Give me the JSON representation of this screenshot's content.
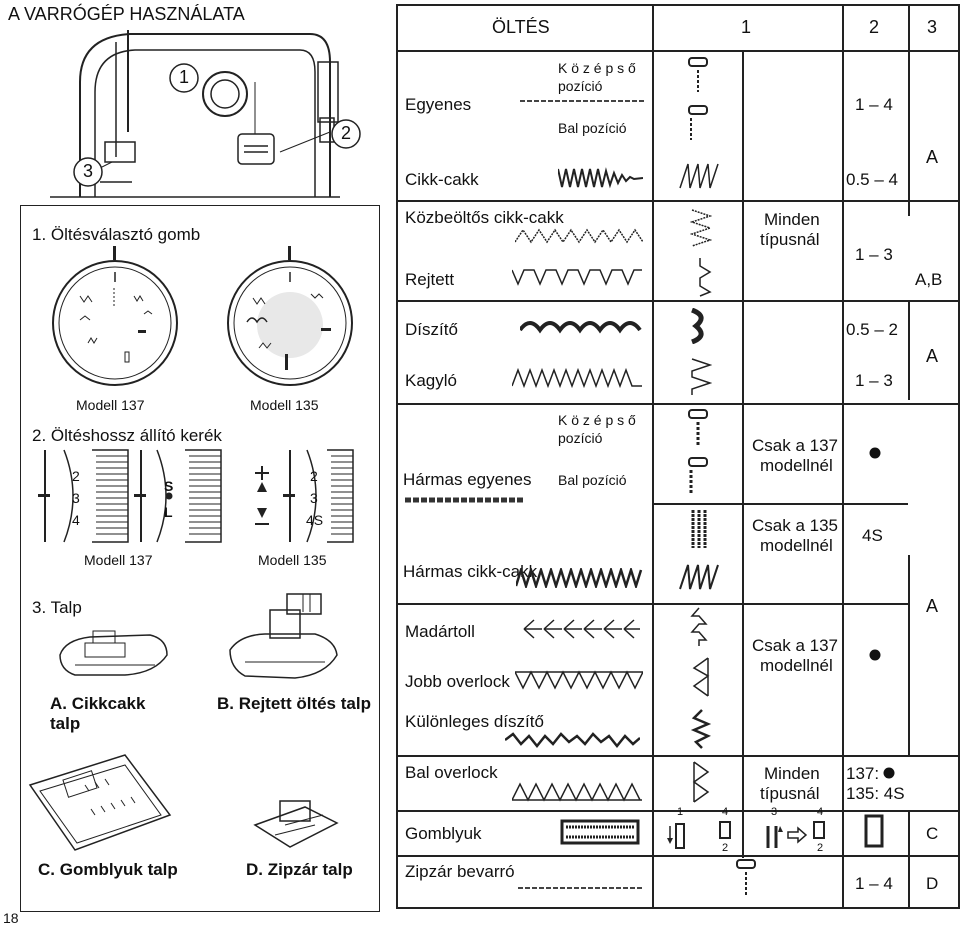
{
  "page_title": "A VARRÓGÉP HASZNÁLATA",
  "page_number": "18",
  "machine_callouts": [
    "1",
    "2",
    "3"
  ],
  "left_panel": {
    "dial_section_title": "1. Öltésválasztó gomb",
    "dial_models": [
      "Modell 137",
      "Modell 135"
    ],
    "length_section_title": "2. Öltéshossz állító kerék",
    "wheel_137_labels": [
      "2",
      "3",
      "4"
    ],
    "wheel_s_labels": [
      "S",
      "L"
    ],
    "wheel_135_labels": [
      "2",
      "3",
      "4S"
    ],
    "length_models": [
      "Modell 137",
      "Modell 135"
    ],
    "foot_section_title": "3. Talp",
    "foot_a_line1": "A. Cikkcakk",
    "foot_a_line2": "talp",
    "foot_b": "B. Rejtett öltés talp",
    "foot_c": "C. Gomblyuk talp",
    "foot_d": "D. Zipzár talp"
  },
  "table": {
    "headers": [
      "ÖLTÉS",
      "1",
      "2",
      "3"
    ],
    "straight": "Egyenes",
    "center_position_1": "K ö z é p s ő",
    "center_position_2": "pozíció",
    "left_position": "Bal pozíció",
    "zigzag": "Cikk-cakk",
    "multi_zigzag": "Közbeöltős cikk-cakk",
    "blind": "Rejtett",
    "decorative": "Díszítő",
    "shell": "Kagyló",
    "triple_straight": "Hármas egyenes",
    "triple_zigzag": "Hármas cikk-cakk",
    "feather": "Madártoll",
    "right_overlock": "Jobb overlock",
    "special_decorative": "Különleges díszítő",
    "left_overlock": "Bal overlock",
    "buttonhole": "Gomblyuk",
    "zipper": "Zipzár bevarró",
    "all_types_1": "Minden",
    "all_types_2": "típusnál",
    "only_137_1": "Csak a 137",
    "only_137_2": "modellnél",
    "only_135_1": "Csak a 135",
    "only_135_2": "modellnél",
    "len_1_4": "1 – 4",
    "len_05_4": "0.5 – 4",
    "len_1_3": "1 – 3",
    "len_05_2": "0.5 – 2",
    "len_4s": "4S",
    "len_137_dot": "137:",
    "len_135_4s": "135: 4S",
    "foot_a": "A",
    "foot_ab": "A,B",
    "foot_c": "C",
    "foot_d": "D",
    "bh_step_labels": [
      "1",
      "4",
      "2",
      "3",
      "4",
      "2"
    ]
  }
}
